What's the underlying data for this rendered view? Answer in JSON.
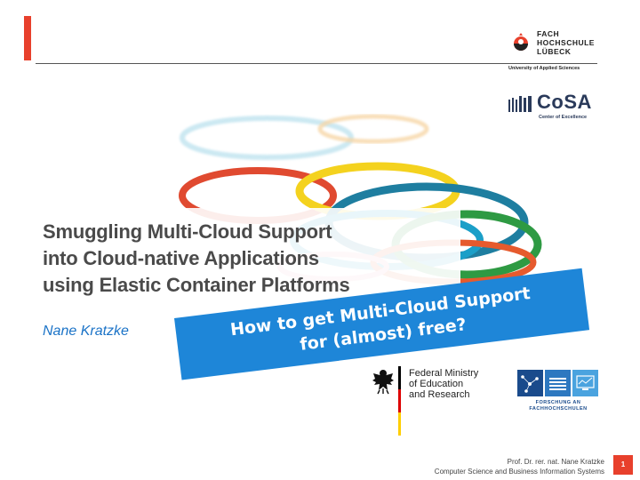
{
  "institution": {
    "line1": "FACH",
    "line2": "HOCHSCHULE",
    "line3": "LÜBECK",
    "subtitle": "University of Applied Sciences",
    "accent_color": "#e8402c"
  },
  "cosa": {
    "name": "CoSA",
    "subtitle": "Center of Excellence"
  },
  "title": {
    "line1": "Smuggling Multi-Cloud Support",
    "line2": "into Cloud-native Applications",
    "line3": "using Elastic Container Platforms"
  },
  "author": "Nane Kratzke",
  "banner": {
    "line1": "How to get Multi-Cloud Support",
    "line2": "for (almost) free?",
    "color": "#1e86d8"
  },
  "ministry": {
    "line1": "Federal Ministry",
    "line2": "of Education",
    "line3": "and Research"
  },
  "forschung": {
    "line1": "FORSCHUNG AN",
    "line2": "FACHHOCHSCHULEN"
  },
  "footer": {
    "line1": "Prof. Dr. rer. nat. Nane Kratzke",
    "line2": "Computer Science and Business Information Systems",
    "page_number": "1"
  }
}
